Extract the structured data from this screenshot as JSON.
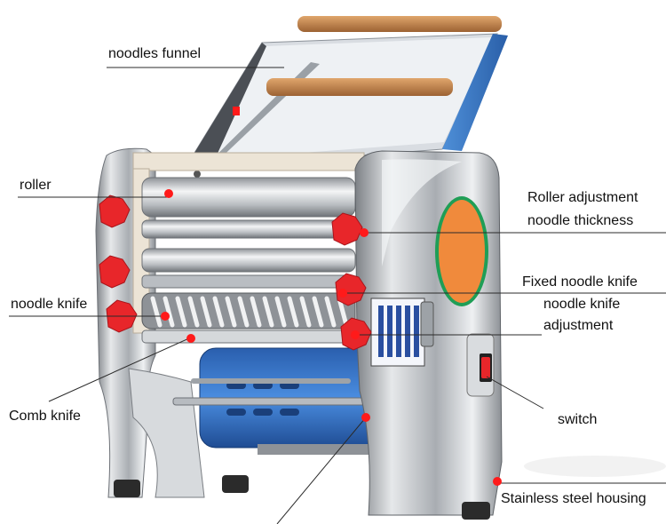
{
  "labels": {
    "noodles_funnel": "noodles funnel",
    "roller": "roller",
    "noodle_knife": "noodle knife",
    "comb_knife": "Comb knife",
    "roller_adjustment": "Roller adjustment",
    "noodle_thickness": "noodle thickness",
    "fixed_noodle_knife": "Fixed noodle knife",
    "noodle_knife_adjustment_1": "noodle knife",
    "noodle_knife_adjustment_2": "adjustment",
    "switch": "switch",
    "housing": "Stainless steel housing"
  },
  "colors": {
    "marker": "#ff1a1a",
    "knob": "#e8262a",
    "steel": "#c9ccd0",
    "motor": "#2f6fc4",
    "dial": "#f08a3c",
    "dial_ring": "#1f9e56",
    "wood": "#c8874c"
  }
}
